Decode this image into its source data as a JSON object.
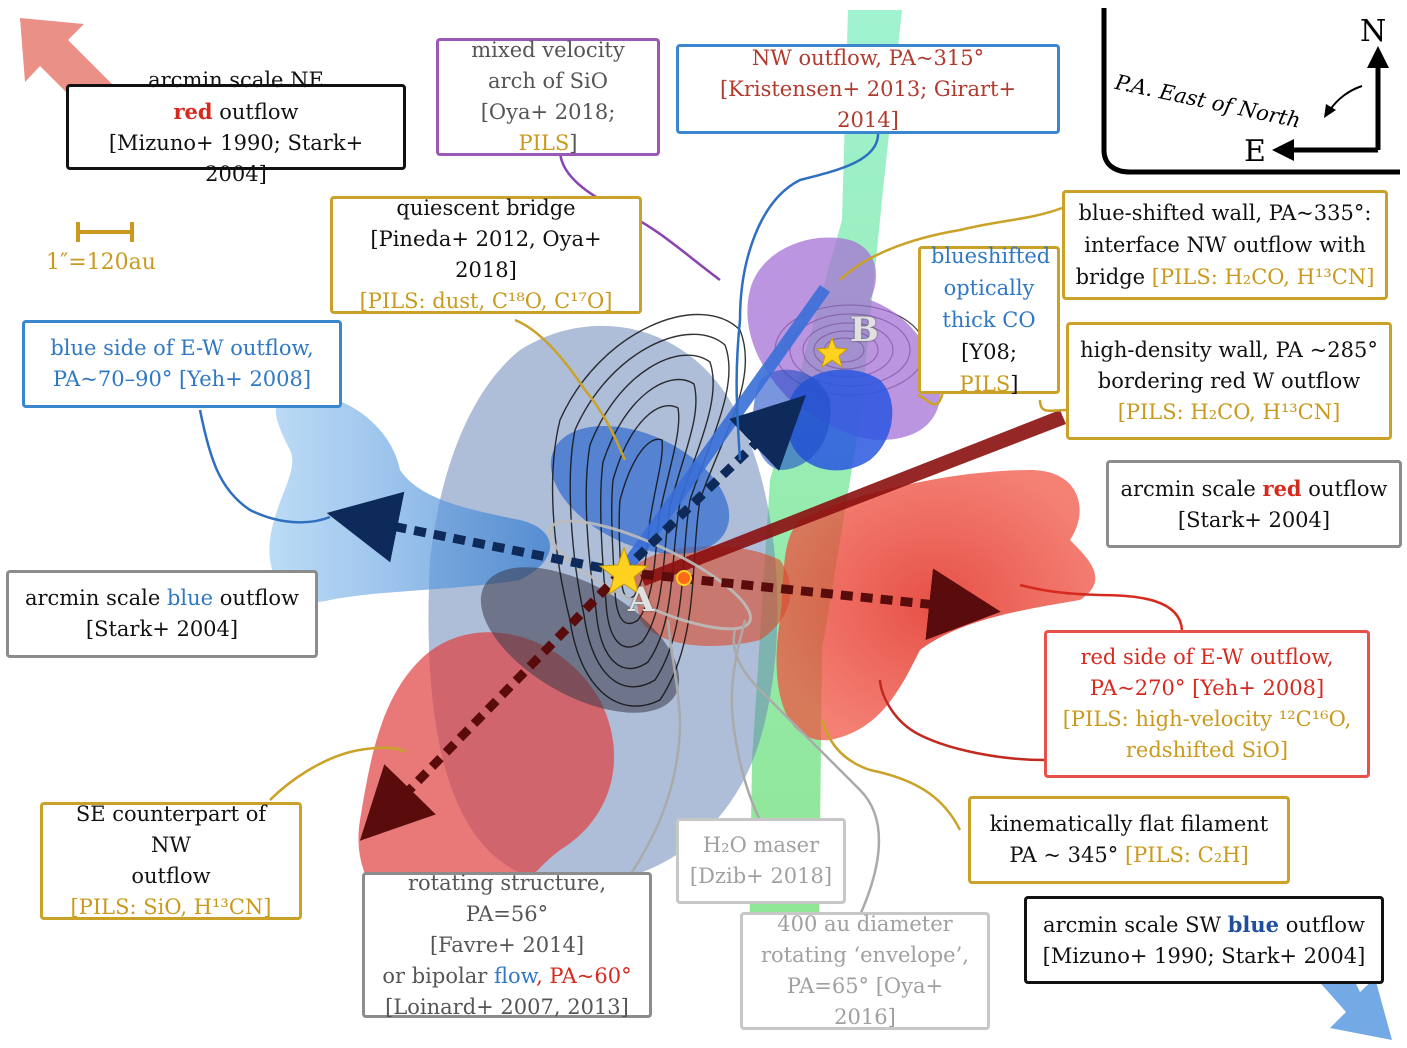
{
  "compass": {
    "north": "N",
    "east": "E",
    "pa_text": "P.A. East of North"
  },
  "scale_bar": "1″=120au",
  "sources": {
    "a": "A",
    "b": "B"
  },
  "labels": {
    "ne_red": {
      "l1a": "arcmin scale NE ",
      "l1b": "red",
      "l1c": " outflow",
      "l2": "[Mizuno+ 1990; Stark+ 2004]"
    },
    "sio_arch": {
      "l1": "mixed velocity",
      "l2": "arch of SiO",
      "l3a": "[Oya+ 2018; ",
      "l3b": "PILS",
      "l3c": "]"
    },
    "nw_outflow": {
      "l1": "NW outflow, PA~315°",
      "l2": "[Kristensen+ 2013; Girart+ 2014]"
    },
    "bridge": {
      "l1": "quiescent bridge",
      "l2": "[Pineda+ 2012, Oya+ 2018]",
      "l3": "[PILS: dust, C¹⁸O, C¹⁷O]"
    },
    "blue_wall": {
      "l1": "blue-shifted wall, PA~335°:",
      "l2": "interface NW outflow with",
      "l3a": "bridge ",
      "l3b": "[PILS: H₂CO, H¹³CN]"
    },
    "blue_co": {
      "l1": "blueshifted",
      "l2": "optically",
      "l3": "thick CO",
      "l4a": "[Y08; ",
      "l4b": "PILS",
      "l4c": "]"
    },
    "hd_wall": {
      "l1": "high-density wall, PA ~285°",
      "l2": "bordering red W outflow",
      "l3": "[PILS: H₂CO, H¹³CN]"
    },
    "ew_blue": {
      "l1": "blue side of E-W outflow,",
      "l2": "PA~70–90° [Yeh+ 2008]"
    },
    "red_arcmin": {
      "l1a": "arcmin scale ",
      "l1b": "red",
      "l1c": " outflow",
      "l2": "[Stark+ 2004]"
    },
    "blue_arcmin": {
      "l1a": "arcmin scale ",
      "l1b": "blue",
      "l1c": " outflow",
      "l2": "[Stark+ 2004]"
    },
    "ew_red": {
      "l1": "red side of E-W outflow,",
      "l2": "PA~270° [Yeh+ 2008]",
      "l3": "[PILS: high-velocity ¹²C¹⁶O,",
      "l4": "redshifted SiO]"
    },
    "se_nw": {
      "l1": "SE counterpart of NW",
      "l2": "outflow",
      "l3": "[PILS: SiO, H¹³CN]"
    },
    "flat_fil": {
      "l1": "kinematically flat filament",
      "l2a": "PA ~ 345° ",
      "l2b": "[PILS: C₂H]"
    },
    "h2o": {
      "l1": "H₂O maser",
      "l2": "[Dzib+ 2018]"
    },
    "rotating": {
      "l1": "rotating structure, PA=56°",
      "l2": "[Favre+ 2014]",
      "l3a": "or bipolar ",
      "l3b": "flow",
      "l3c": ", PA~60°",
      "l4": "[Loinard+ 2007, 2013]"
    },
    "envelope": {
      "l1": "400 au diameter",
      "l2": "rotating ‘envelope’,",
      "l3": "PA=65° [Oya+ 2016]"
    },
    "sw_blue": {
      "l1a": "arcmin scale SW ",
      "l1b": "blue",
      "l1c": " outflow",
      "l2": "[Mizuno+ 1990; Stark+ 2004]"
    }
  },
  "colors": {
    "gold": "#c9a227",
    "blue": "#3a86cf",
    "red": "#e8504a",
    "purple": "#9b59b6",
    "green": "#5fdc8c",
    "dark_navy": "#0d2a5a",
    "dark_red": "#6b0d0d"
  }
}
